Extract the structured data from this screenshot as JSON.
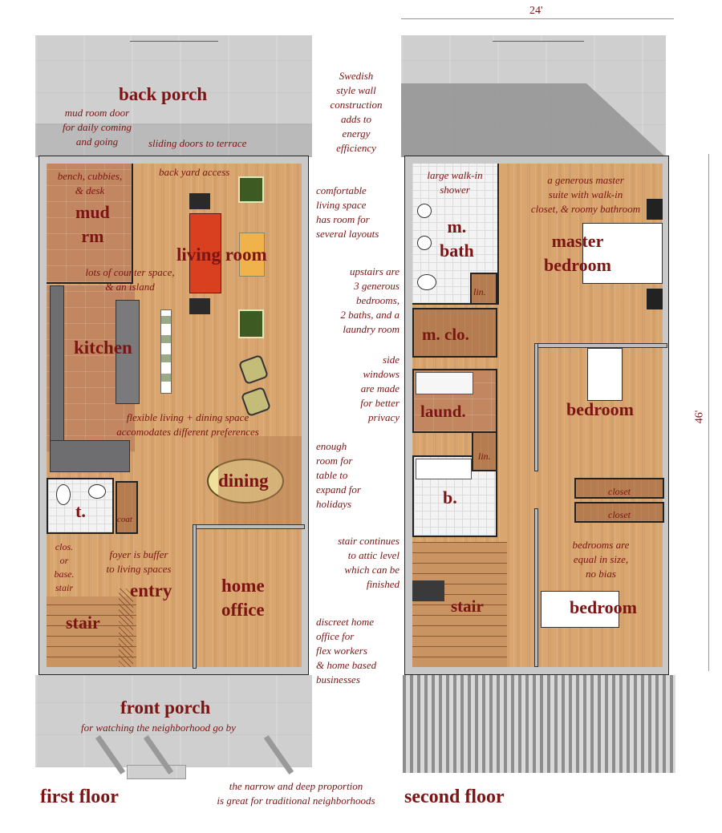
{
  "dimensions": {
    "width": "24'",
    "depth": "46'"
  },
  "first_floor": {
    "title": "first floor",
    "rooms": {
      "back_porch": "back porch",
      "mud_room_line1": "mud",
      "mud_room_line2": "rm",
      "living_room": "living room",
      "kitchen": "kitchen",
      "dining": "dining",
      "toilet": "t.",
      "coat": "coat",
      "closet_line1": "clos.",
      "closet_line2": "or",
      "closet_line3": "base.",
      "closet_line4": "stair",
      "entry": "entry",
      "home_office_line1": "home",
      "home_office_line2": "office",
      "stair": "stair",
      "front_porch": "front porch"
    },
    "notes": {
      "mud_door": [
        "mud room door",
        "for daily coming",
        "and going"
      ],
      "sliding_doors": "sliding doors to terrace",
      "back_yard": "back yard access",
      "bench": [
        "bench, cubbies,",
        "& desk"
      ],
      "counter": [
        "lots of counter space,",
        "& an island"
      ],
      "flexible": [
        "flexible living + dining space",
        "accomodates different preferences"
      ],
      "foyer": [
        "foyer is buffer",
        "to living spaces"
      ],
      "front_porch_sub": "for watching the neighborhood go by"
    }
  },
  "second_floor": {
    "title": "second floor",
    "rooms": {
      "m_bath_line1": "m.",
      "m_bath_line2": "bath",
      "linen_top": "lin.",
      "master_line1": "master",
      "master_line2": "bedroom",
      "m_closet": "m. clo.",
      "laundry": "laund.",
      "linen_mid": "lin.",
      "bath": "b.",
      "stair": "stair",
      "bedroom_upper": "bedroom",
      "closet_1": "closet",
      "closet_2": "closet",
      "bedroom_lower": "bedroom"
    },
    "notes": {
      "shower": [
        "large walk-in",
        "shower"
      ],
      "master_suite": [
        "a generous master",
        "suite with walk-in",
        "closet, & roomy bathroom"
      ],
      "equal": [
        "bedrooms are",
        "equal in size,",
        "no bias"
      ]
    }
  },
  "center_notes": {
    "swedish": [
      "Swedish",
      "style wall",
      "construction",
      "adds to",
      "energy",
      "efficiency"
    ],
    "comfortable": [
      "comfortable",
      "living space",
      "has room for",
      "several layouts"
    ],
    "upstairs": [
      "upstairs  are",
      "3 generous",
      "bedrooms,",
      "2 baths, and a",
      "laundry room"
    ],
    "side_windows": [
      "side",
      "windows",
      "are made",
      "for better",
      "privacy"
    ],
    "enough_room": [
      "enough",
      "room for",
      "table to",
      "expand for",
      "holidays"
    ],
    "stair_continues": [
      "stair continues",
      "to attic level",
      "which can be",
      "finished"
    ],
    "discreet": [
      "discreet home",
      "office for",
      "flex workers",
      "& home based",
      "businesses"
    ],
    "proportion": [
      "the narrow and deep proportion",
      "is great for traditional neighborhoods"
    ]
  },
  "colors": {
    "label": "#7d1414",
    "wood": "#d9a66f",
    "wall": "#c9c9c9",
    "sofa": "#d9401f",
    "chair_green": "#3d5a22",
    "ottoman": "#f0b24a",
    "dining_table": "#efe09a"
  }
}
